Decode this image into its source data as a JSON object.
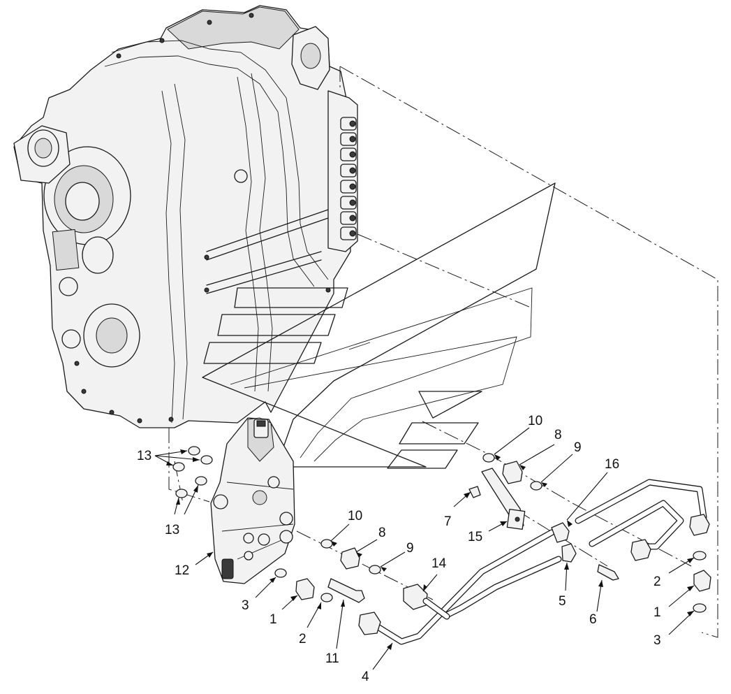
{
  "callouts": [
    {
      "id": "c13a",
      "label": "13"
    },
    {
      "id": "c13b",
      "label": "13"
    },
    {
      "id": "c12",
      "label": "12"
    },
    {
      "id": "c3a",
      "label": "3"
    },
    {
      "id": "c1a",
      "label": "1"
    },
    {
      "id": "c2a",
      "label": "2"
    },
    {
      "id": "c11",
      "label": "11"
    },
    {
      "id": "c10a",
      "label": "10"
    },
    {
      "id": "c8a",
      "label": "8"
    },
    {
      "id": "c9a",
      "label": "9"
    },
    {
      "id": "c14",
      "label": "14"
    },
    {
      "id": "c4",
      "label": "4"
    },
    {
      "id": "c10b",
      "label": "10"
    },
    {
      "id": "c8b",
      "label": "8"
    },
    {
      "id": "c9b",
      "label": "9"
    },
    {
      "id": "c7",
      "label": "7"
    },
    {
      "id": "c15",
      "label": "15"
    },
    {
      "id": "c16",
      "label": "16"
    },
    {
      "id": "c5",
      "label": "5"
    },
    {
      "id": "c6",
      "label": "6"
    },
    {
      "id": "c2b",
      "label": "2"
    },
    {
      "id": "c1b",
      "label": "1"
    },
    {
      "id": "c3b",
      "label": "3"
    }
  ]
}
